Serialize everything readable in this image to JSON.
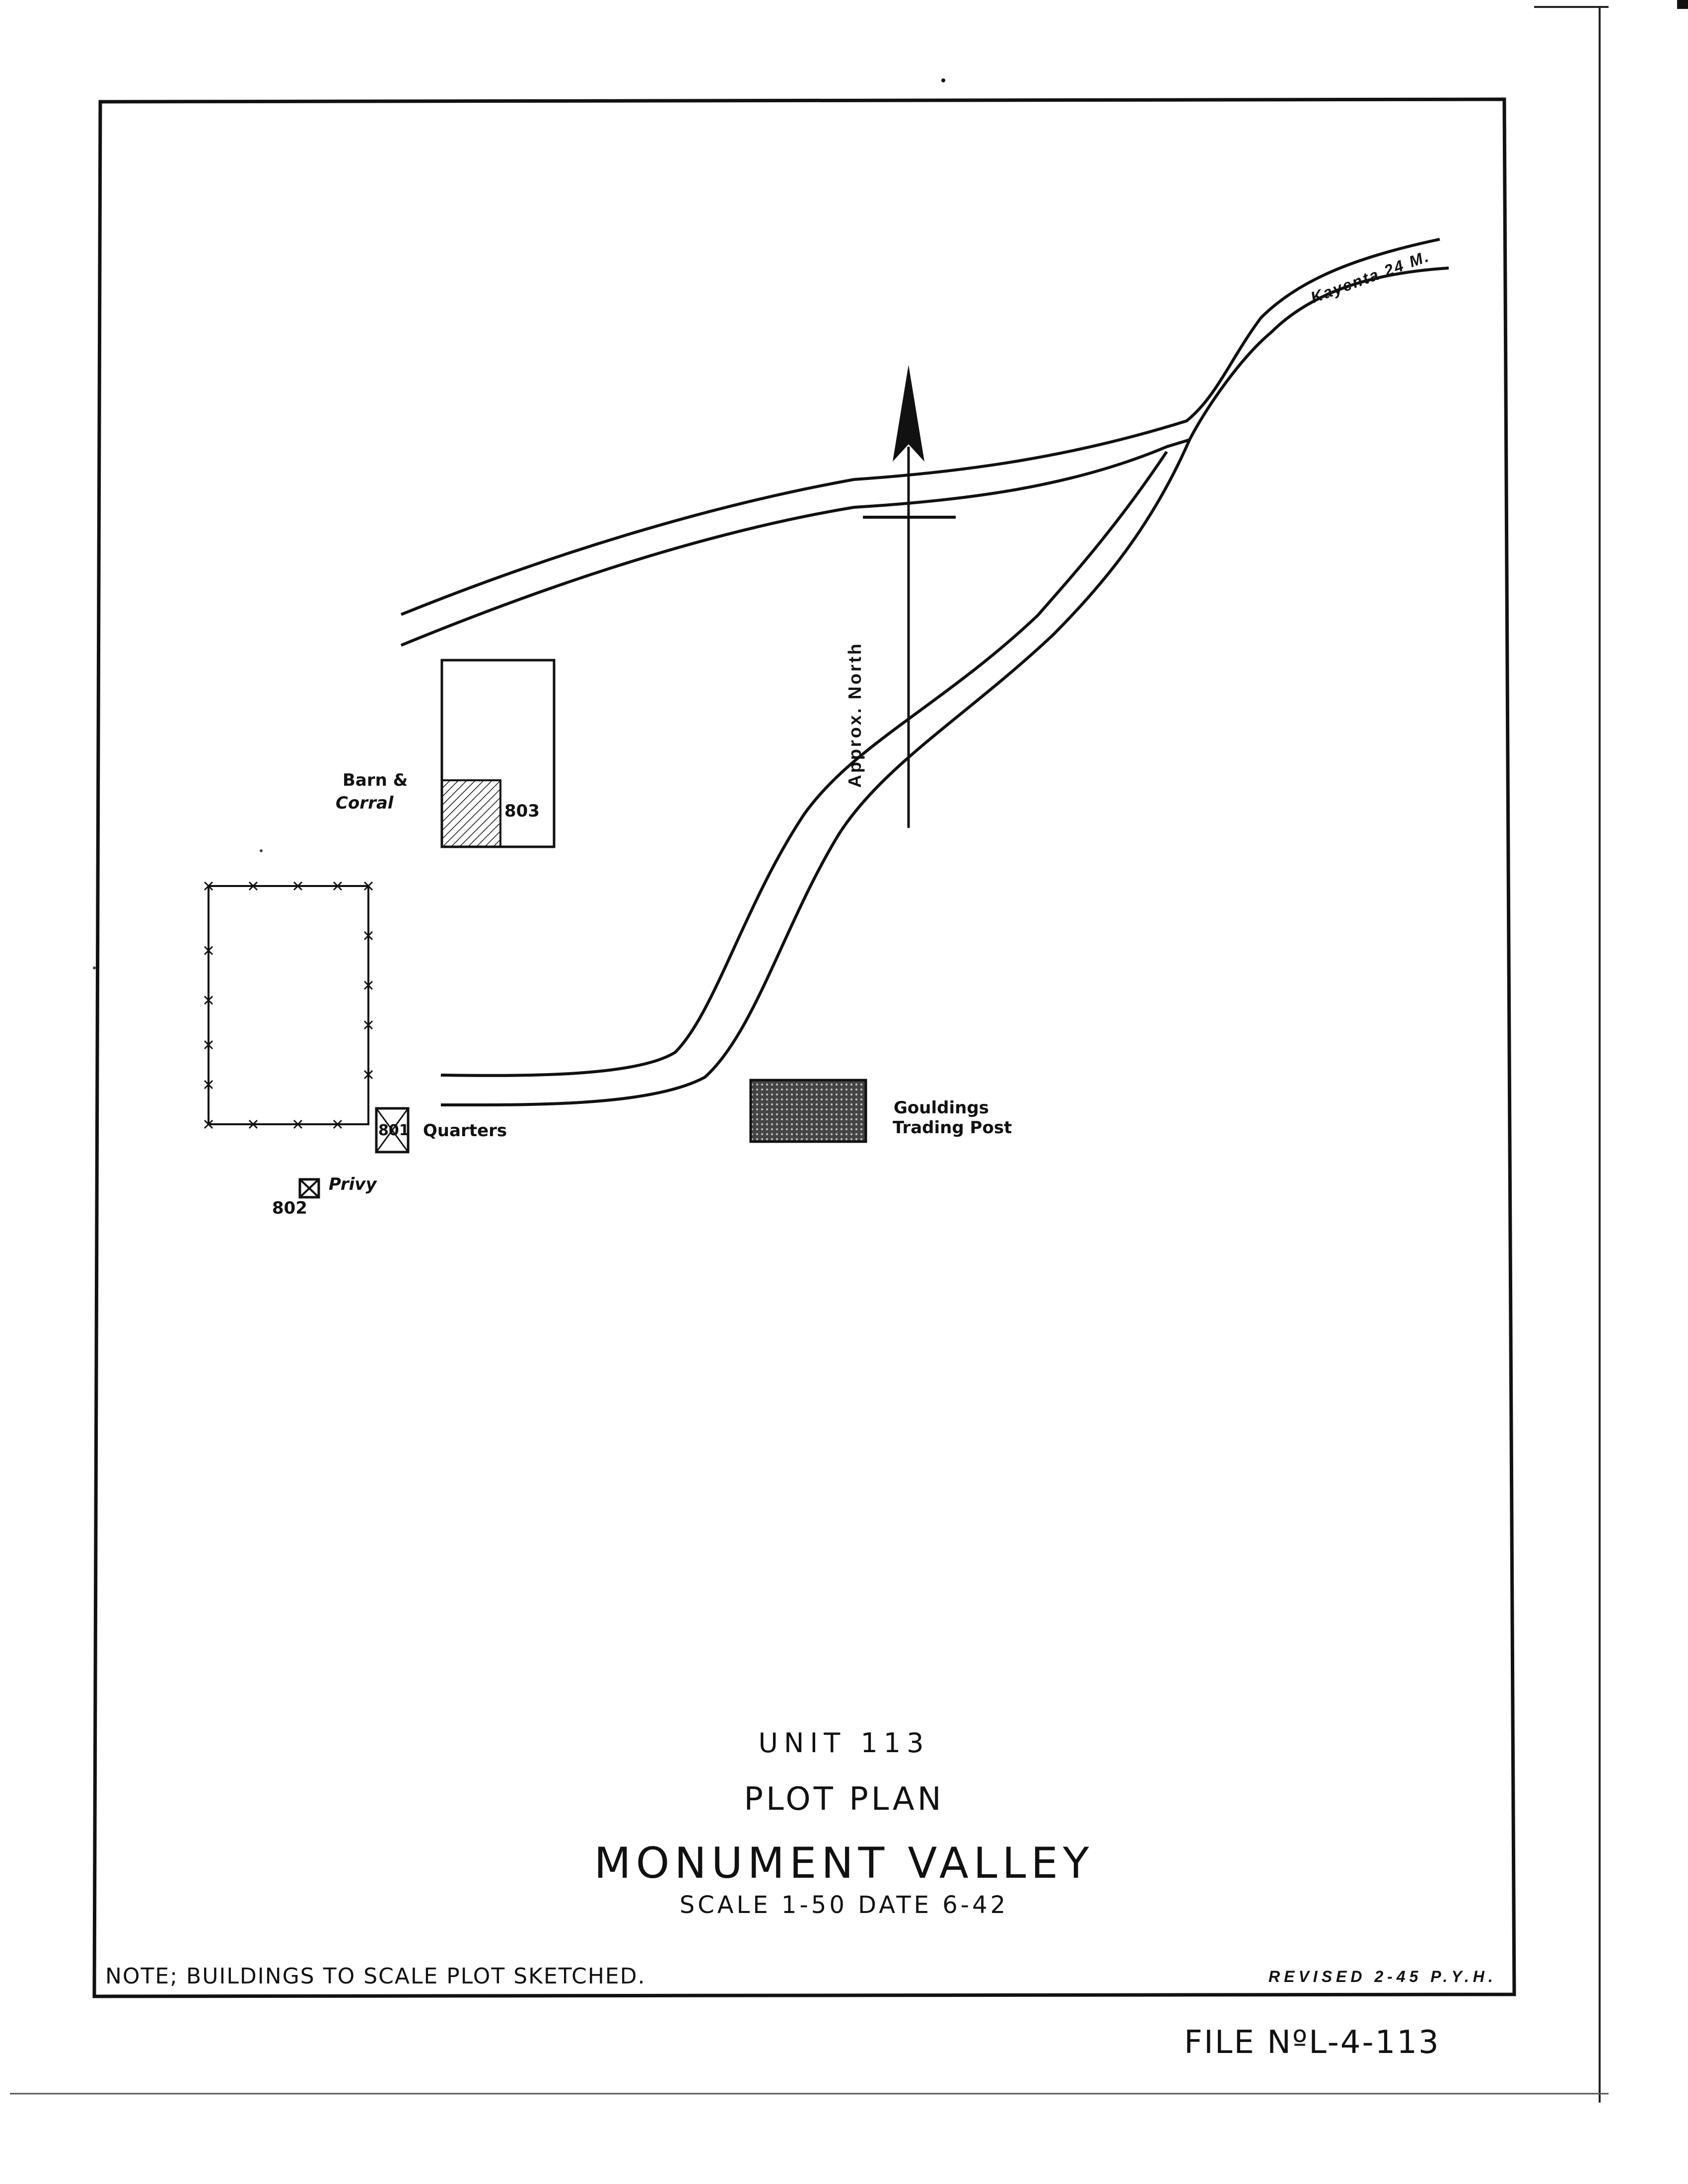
{
  "drawing": {
    "unit": "UNIT 113",
    "plan_type": "PLOT PLAN",
    "site_name": "MONUMENT VALLEY",
    "scale_date": "SCALE 1-50   DATE 6-42",
    "note": "NOTE; BUILDINGS TO SCALE PLOT SKETCHED.",
    "revised": "REVISED  2-45 P.Y.H.",
    "file_number": "FILE NºL-4-113"
  },
  "map": {
    "north_label": "Approx. North",
    "road_label": "Kayenta 24 M.",
    "buildings": {
      "barn_name": "Barn &",
      "barn_name_line2": "Corral",
      "barn_number": "803",
      "quarters_number": "801",
      "quarters_name": "Quarters",
      "privy_name": "Privy",
      "privy_number": "802",
      "trading_post_line1": "Gouldings",
      "trading_post_line2": "Trading Post"
    }
  }
}
